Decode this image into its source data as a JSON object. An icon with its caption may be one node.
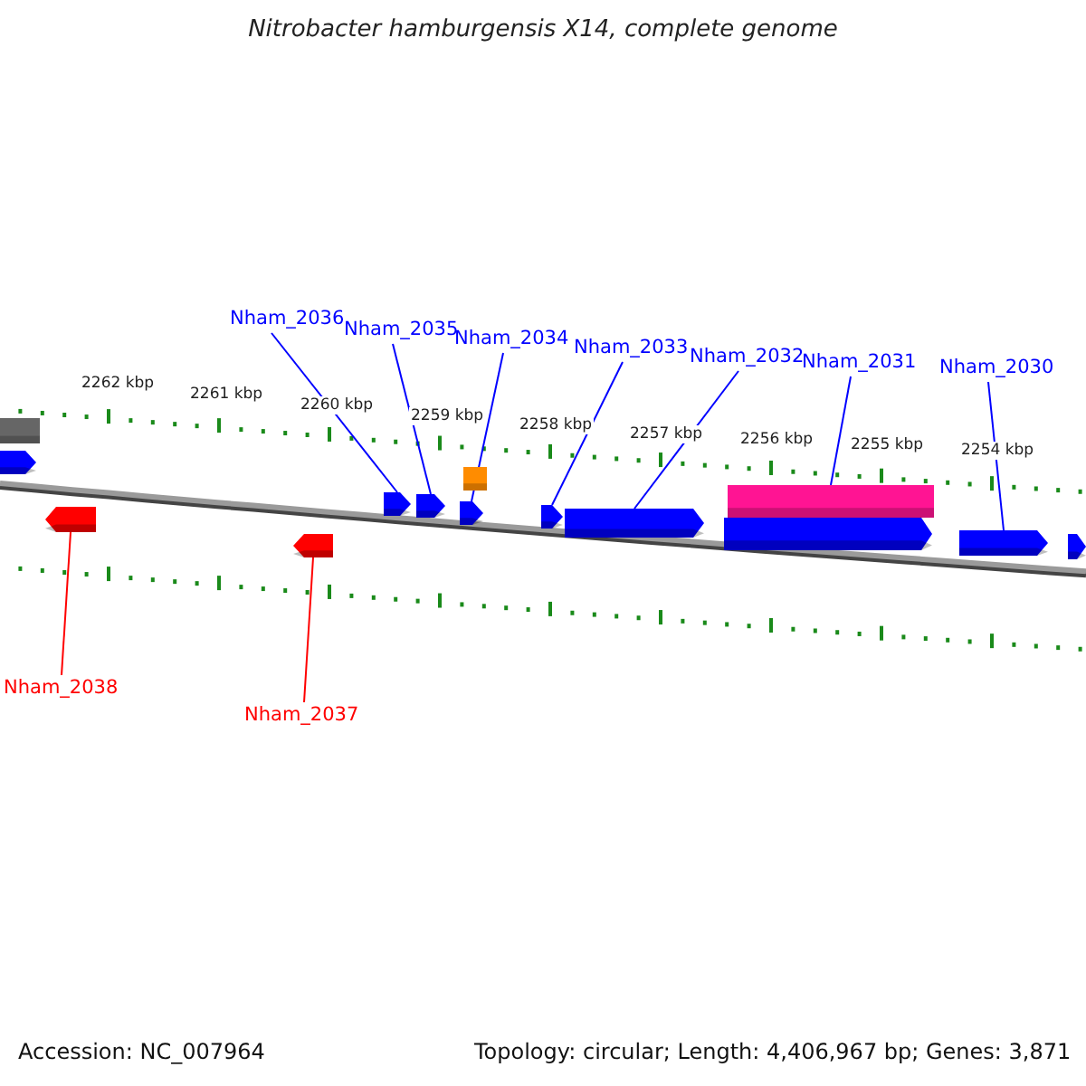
{
  "diagram": {
    "title": "Nitrobacter hamburgensis X14, complete genome",
    "nodes": [
      {
        "text": [
          "Nham_2036"
        ]
      },
      {
        "text": [
          "Nham_2035"
        ]
      },
      {
        "text": [
          "Nham_2034"
        ]
      },
      {
        "text": [
          "Nham_2033"
        ]
      },
      {
        "text": [
          "Nham_2032"
        ]
      },
      {
        "text": [
          "Nham_2031"
        ]
      },
      {
        "text": [
          "Nham_2030"
        ]
      },
      {
        "text": [
          "Nham_2038"
        ]
      },
      {
        "text": [
          "Nham_2037"
        ]
      },
      {
        "text": [],
        "shape": "bar"
      },
      {
        "text": [],
        "shape": "pentagon"
      },
      {
        "text": [],
        "shape": "pentagon"
      },
      {
        "text": [],
        "shape": "pentagon"
      },
      {
        "text": [],
        "shape": "pentagon"
      },
      {
        "text": [],
        "shape": "pentagon"
      },
      {
        "text": [],
        "shape": "box"
      },
      {
        "text": [],
        "shape": "pentagon"
      },
      {
        "text": [],
        "shape": "pentagon"
      },
      {
        "text": [],
        "shape": "pentagon"
      },
      {
        "text": [],
        "shape": "bar"
      },
      {
        "text": [],
        "shape": "pentagon"
      },
      {
        "text": [],
        "shape": "pentagon"
      },
      {
        "text": [],
        "shape": "pentagon"
      }
    ],
    "edges": [
      {
        "from": 0,
        "to": 13,
        "arrow": "none"
      },
      {
        "from": 1,
        "to": 14,
        "arrow": "none"
      },
      {
        "from": 2,
        "to": 16,
        "arrow": "none"
      },
      {
        "from": 3,
        "to": 17,
        "arrow": "none"
      },
      {
        "from": 4,
        "to": 18,
        "arrow": "none"
      },
      {
        "from": 5,
        "to": 19,
        "arrow": "none"
      },
      {
        "from": 6,
        "to": 21,
        "arrow": "none"
      },
      {
        "from": 7,
        "to": 11,
        "arrow": "none",
        "color": "#ff0000"
      },
      {
        "from": 8,
        "to": 12,
        "arrow": "none",
        "color": "#ff0000"
      }
    ],
    "labels": [
      "2262 kbp",
      "2261 kbp",
      "2260 kbp",
      "2259 kbp",
      "2258 kbp",
      "2257 kbp",
      "2256 kbp",
      "2255 kbp",
      "2254 kbp",
      "Accession: NC_007964",
      "Topology: circular; Length: 4,406,967 bp; Genes: 3,871"
    ]
  }
}
